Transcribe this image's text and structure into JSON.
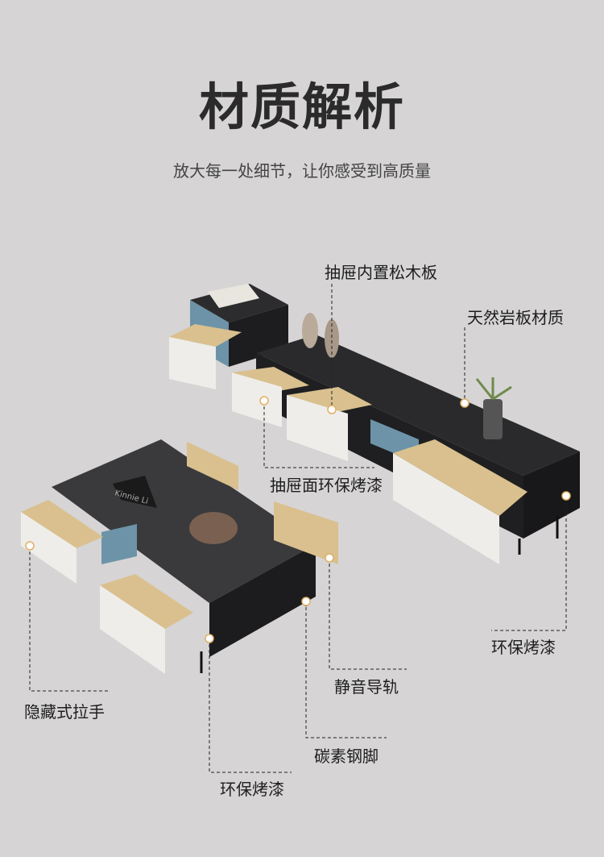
{
  "header": {
    "title": "材质解析",
    "subtitle": "放大每一处细节，让你感受到高质量"
  },
  "callouts": [
    {
      "text": "抽屉内置松木板"
    },
    {
      "text": "天然岩板材质"
    },
    {
      "text": "抽屉面环保烤漆"
    },
    {
      "text": "环保烤漆"
    },
    {
      "text": "静音导轨"
    },
    {
      "text": "碳素钢脚"
    },
    {
      "text": "环保烤漆"
    },
    {
      "text": "隐藏式拉手"
    }
  ],
  "product": {
    "sign_text": "Kinnie Li"
  },
  "colors": {
    "background": "#d6d4d5",
    "marble": "#2a2a2c",
    "drawer_white": "#eeece8",
    "wood": "#d9c08e",
    "accent_blue": "#6b8fa5",
    "dot": "#e0b066"
  }
}
